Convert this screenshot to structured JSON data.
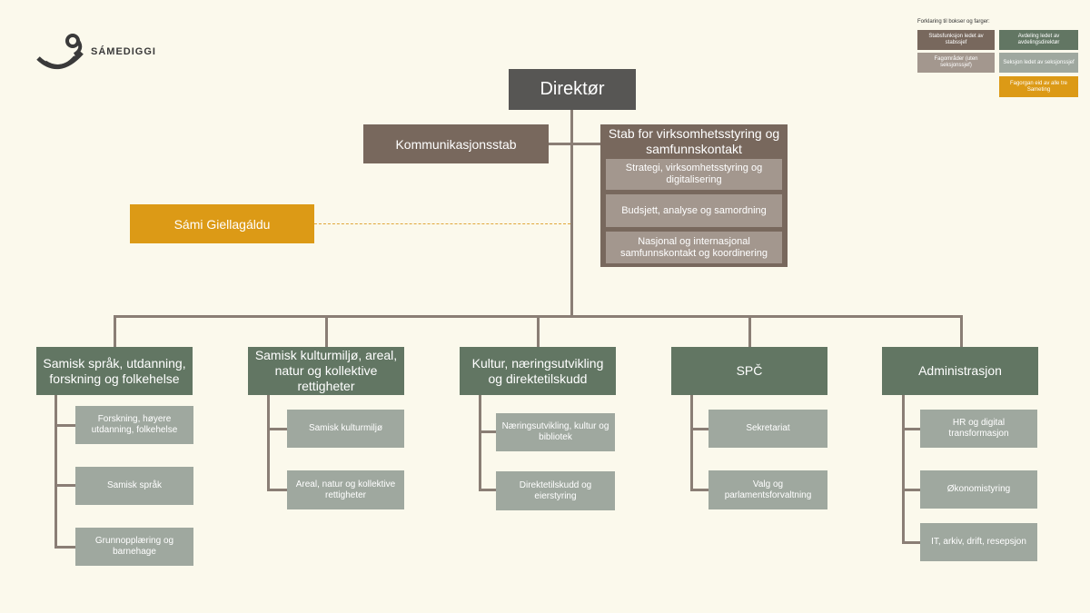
{
  "logo": {
    "name": "SÁMEDIGGI"
  },
  "legend": {
    "title": "Forklaring til bokser og farger:",
    "items": [
      "Stabsfunksjon ledet av stabssjef",
      "Avdeling ledet av avdelingsdirektør",
      "Fagområder (uten seksjonssjef)",
      "Seksjon ledet av seksjonssjef",
      "Fagorgan eid av alle tre Sameting"
    ]
  },
  "director": "Direktør",
  "communication_staff": "Kommunikasjonsstab",
  "giella": "Sámi Giellagáldu",
  "staff_unit": {
    "title": "Stab for virksomhetsstyring og samfunnskontakt",
    "items": [
      "Strategi, virksomhetsstyring og digitalisering",
      "Budsjett, analyse og samordning",
      "Nasjonal og internasjonal samfunnskontakt og koordinering"
    ]
  },
  "departments": [
    {
      "name": "Samisk språk, utdanning, forskning og folkehelse",
      "sections": [
        "Forskning, høyere utdanning, folkehelse",
        "Samisk språk",
        "Grunnopplæring og barnehage"
      ]
    },
    {
      "name": "Samisk kulturmiljø, areal, natur og kollektive rettigheter",
      "sections": [
        "Samisk kulturmiljø",
        "Areal, natur og kollektive rettigheter"
      ]
    },
    {
      "name": "Kultur, næringsutvikling og direktetilskudd",
      "sections": [
        "Næringsutvikling, kultur og bibliotek",
        "Direktetilskudd og eierstyring"
      ]
    },
    {
      "name": "SPČ",
      "sections": [
        "Sekretariat",
        "Valg og parlamentsforvaltning"
      ]
    },
    {
      "name": "Administrasjon",
      "sections": [
        "HR og digital transformasjon",
        "Økonomistyring",
        "IT, arkiv, drift, resepsjon"
      ]
    }
  ]
}
